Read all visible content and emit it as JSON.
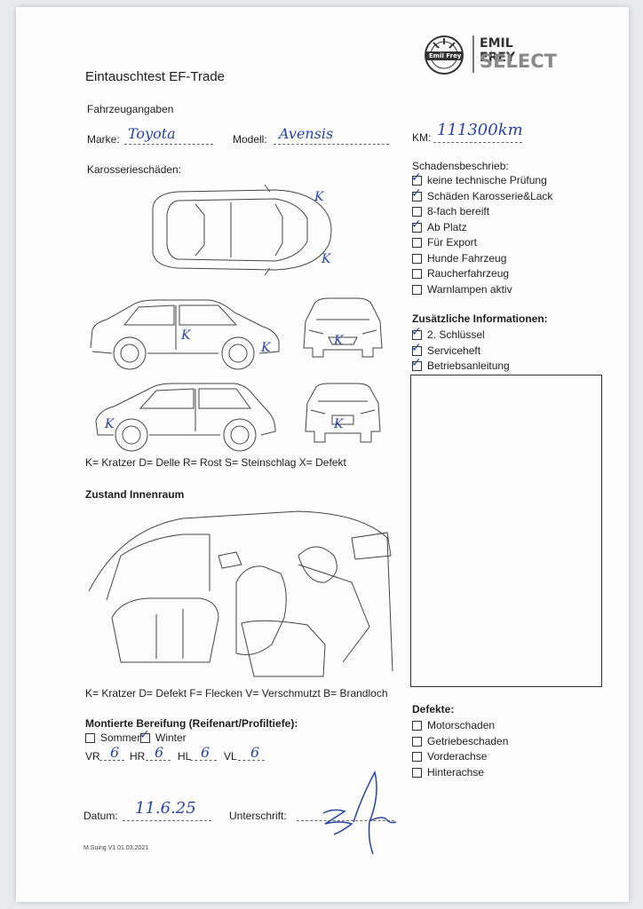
{
  "header": {
    "title": "Eintauschtest EF-Trade",
    "logo_circle_text": "Emil Frey",
    "logo_line1": "EMIL FREY",
    "logo_line2": "SELECT"
  },
  "vehicle": {
    "section_label": "Fahrzeugangaben",
    "marke_label": "Marke:",
    "marke_value": "Toyota",
    "modell_label": "Modell:",
    "modell_value": "Avensis",
    "km_label": "KM:",
    "km_value": "111300km"
  },
  "body_damage": {
    "section_label": "Karosserieschäden:",
    "legend": "K= Kratzer D= Delle R= Rost S= Steinschlag X= Defekt",
    "marks": [
      "K",
      "K",
      "K",
      "K",
      "K",
      "K",
      "K"
    ]
  },
  "damage_description": {
    "label": "Schadensbeschrieb:",
    "items": [
      {
        "label": "keine technische Prüfung",
        "checked": true
      },
      {
        "label": "Schäden Karosserie&Lack",
        "checked": true
      },
      {
        "label": "8-fach bereift",
        "checked": false
      },
      {
        "label": "Ab Platz",
        "checked": true
      },
      {
        "label": "Für Export",
        "checked": false
      },
      {
        "label": "Hunde Fahrzeug",
        "checked": false
      },
      {
        "label": "Raucherfahrzeug",
        "checked": false
      },
      {
        "label": "Warnlampen aktiv",
        "checked": false
      }
    ]
  },
  "additional_info": {
    "label": "Zusätzliche Informationen:",
    "items": [
      {
        "label": "2. Schlüssel",
        "checked": true
      },
      {
        "label": "Serviceheft",
        "checked": true
      },
      {
        "label": "Betriebsanleitung",
        "checked": true
      }
    ]
  },
  "interior": {
    "section_label": "Zustand Innenraum",
    "legend": "K= Kratzer D= Defekt F= Flecken V= Verschmutzt B= Brandloch"
  },
  "tires": {
    "label": "Montierte Bereifung (Reifenart/Profiltiefe):",
    "summer_label": "Sommer",
    "summer_checked": false,
    "winter_label": "Winter",
    "winter_checked": true,
    "vr_label": "VR",
    "vr_value": "6",
    "hr_label": "HR",
    "hr_value": "6",
    "hl_label": "HL",
    "hl_value": "6",
    "vl_label": "VL",
    "vl_value": "6"
  },
  "defects": {
    "label": "Defekte:",
    "items": [
      {
        "label": "Motorschaden",
        "checked": false
      },
      {
        "label": "Getriebeschaden",
        "checked": false
      },
      {
        "label": "Vorderachse",
        "checked": false
      },
      {
        "label": "Hinterachse",
        "checked": false
      }
    ]
  },
  "footer": {
    "date_label": "Datum:",
    "date_value": "11.6.25",
    "signature_label": "Unterschrift:",
    "version": "M.Suing V1 01.03.2021"
  },
  "colors": {
    "ink": "#2743a5",
    "print": "#1e1e1e"
  }
}
